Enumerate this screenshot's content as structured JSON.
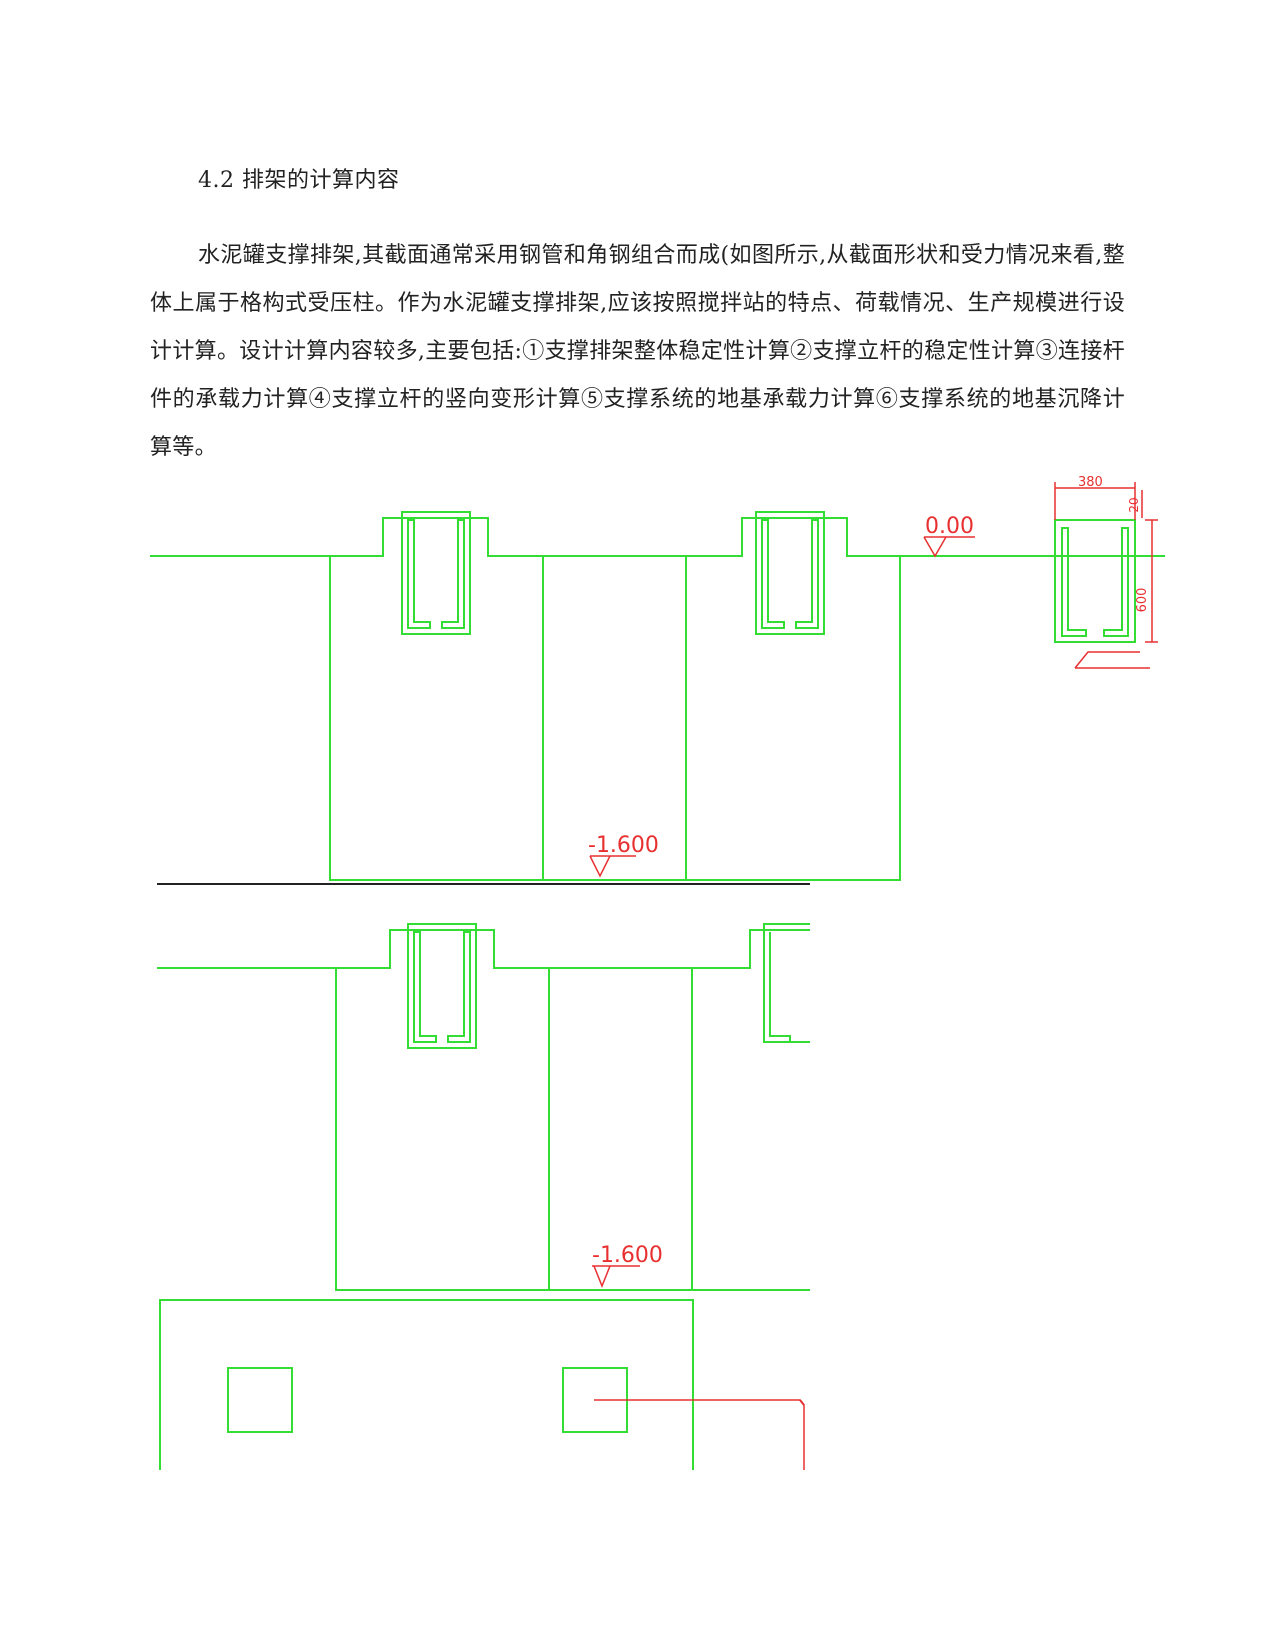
{
  "heading": "4.2 排架的计算内容",
  "paragraph": "水泥罐支撑排架,其截面通常采用钢管和角钢组合而成(如图所示,从截面形状和受力情况来看,整体上属于格构式受压柱。作为水泥罐支撑排架,应该按照搅拌站的特点、荷载情况、生产规模进行设计计算。设计计算内容较多,主要包括:①支撑排架整体稳定性计算②支撑立杆的稳定性计算③连接杆件的承载力计算④支撑立杆的竖向变形计算⑤支撑系统的地基承载力计算⑥支撑系统的地基沉降计算等。",
  "drawing": {
    "colors": {
      "line": "#33dd33",
      "annotation": "#e83030",
      "rule": "#222222"
    },
    "upper": {
      "level_top": "0.00",
      "level_bottom": "-1.600",
      "dim_width": "380",
      "dim_height": "600",
      "dim_small": "20"
    },
    "lower": {
      "level_bottom": "-1.600"
    }
  }
}
